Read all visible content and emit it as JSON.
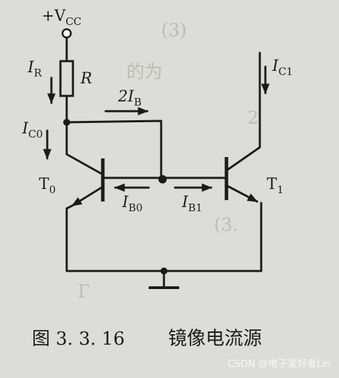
{
  "diagram": {
    "supply": {
      "label": "+V",
      "sub": "CC"
    },
    "resistor": {
      "label": "R"
    },
    "currents": {
      "ir": {
        "main": "I",
        "sub": "R"
      },
      "ic0": {
        "main": "I",
        "sub": "C0"
      },
      "two_ib": {
        "main": "2I",
        "sub": "B"
      },
      "ib0": {
        "main": "I",
        "sub": "B0"
      },
      "ib1": {
        "main": "I",
        "sub": "B1"
      },
      "ic1": {
        "main": "I",
        "sub": "C1"
      }
    },
    "transistors": {
      "t0": {
        "main": "T",
        "sub": "0"
      },
      "t1": {
        "main": "T",
        "sub": "1"
      }
    },
    "caption": {
      "number": "图 3. 3. 16",
      "title": "镜像电流源"
    }
  },
  "watermark": "CSDN @电子爱好者Lei",
  "colors": {
    "background": "#dcdcd8",
    "ink": "#1b1b1b",
    "watermark": "#f7f7f7"
  }
}
